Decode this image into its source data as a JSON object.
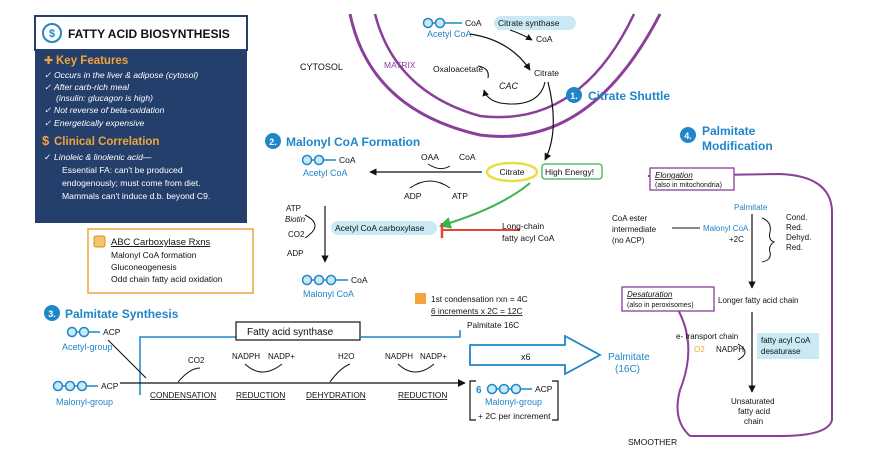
{
  "title_box": {
    "title": "FATTY ACID BIOSYNTHESIS",
    "key_features_header": "Key Features",
    "features": [
      "Occurs in the liver & adipose (cytosol)",
      "After carb-rich meal",
      "(insulin: glucagon is high)",
      "Not reverse of beta-oxidation",
      "Energetically expensive"
    ],
    "clinical_header": "Clinical Correlation",
    "clinical_lines": [
      "Linoleic & linolenic acid—",
      "Essential FA: can't be produced",
      "endogenously; must come from diet.",
      "Mammals can't induce d.b. beyond C9."
    ]
  },
  "abc_box": {
    "title": "ABC Carboxylase Rxns",
    "items": [
      "Malonyl CoA formation",
      "Gluconeogenesis",
      "Odd chain fatty acid oxidation"
    ]
  },
  "compartments": {
    "cytosol": "CYTOSOL",
    "matrix": "MATRIX"
  },
  "sections": {
    "s1": {
      "num": "1.",
      "label": "Citrate Shuttle"
    },
    "s2": {
      "num": "2.",
      "label": "Malonyl CoA Formation"
    },
    "s3": {
      "num": "3.",
      "label": "Palmitate Synthesis"
    },
    "s4": {
      "num": "4.",
      "label_line1": "Palmitate",
      "label_line2": "Modification"
    }
  },
  "shuttle": {
    "coa": "CoA",
    "acetyl_coa": "Acetyl CoA",
    "citrate_synthase": "Citrate synthase",
    "coa_out": "CoA",
    "oxaloacetate": "Oxaloacetate",
    "citrate": "Citrate",
    "cac": "CAC"
  },
  "malonyl": {
    "oaa": "OAA",
    "coa_top": "CoA",
    "coa_left": "CoA",
    "acetyl_coa": "Acetyl CoA",
    "adp_top": "ADP",
    "atp_top": "ATP",
    "citrate": "Citrate",
    "high_energy": "High Energy!",
    "cofactors": [
      "ATP",
      "Biotin",
      "CO2",
      "ADP"
    ],
    "enzyme": "Acetyl CoA carboxylase",
    "inhibitor_line1": "Long-chain",
    "inhibitor_line2": "fatty acyl CoA",
    "product_coa": "CoA",
    "product": "Malonyl CoA"
  },
  "condensation_note": {
    "line1": "1st condensation rxn = 4C",
    "line2": "6 increments x 2C = 12C",
    "line3": "Palmitate 16C"
  },
  "synthesis": {
    "acp1": "ACP",
    "acetyl_group": "Acetyl-group",
    "acp2": "ACP",
    "malonyl_group": "Malonyl-group",
    "enzyme": "Fatty acid synthase",
    "co2": "CO2",
    "nadph1": "NADPH",
    "nadp1": "NADP+",
    "h2o": "H2O",
    "nadph2": "NADPH",
    "nadp2": "NADP+",
    "steps": [
      "CONDENSATION",
      "REDUCTION",
      "DEHYDRATION",
      "REDUCTION"
    ],
    "repeat": "x6",
    "six": "6",
    "acp3": "ACP",
    "malonyl_group2": "Malonyl-group",
    "increment": "+ 2C per increment",
    "palmitate": "Palmitate",
    "palmitate_c": "(16C)"
  },
  "modification": {
    "elongation_title": "Elongation",
    "elongation_sub": "(also in mitochondria)",
    "palmitate": "Palmitate",
    "coa_ester_line1": "CoA ester",
    "coa_ester_line2": "intermediate",
    "coa_ester_line3": "(no ACP)",
    "malonyl_coa": "Malonyl CoA",
    "plus2c": "+2C",
    "cycle": [
      "Cond.",
      "Red.",
      "Dehyd.",
      "Red."
    ],
    "desat_title": "Desaturation",
    "desat_sub": "(also in peroxisomes)",
    "longer": "Longer fatty acid chain",
    "etransport_line1": "e- transport chain",
    "o2": "O2",
    "nadph": "NADPH",
    "desaturase_line1": "fatty acyl CoA",
    "desaturase_line2": "desaturase",
    "unsat_line1": "Unsaturated",
    "unsat_line2": "fatty acid",
    "unsat_line3": "chain",
    "smoother": "SMOOTHER"
  },
  "colors": {
    "navy_panel": "#243f6b",
    "accent_blue": "#1f86c8",
    "purple": "#8a3f9a",
    "green": "#3ab54a",
    "red": "#e2453a",
    "yellow": "#e8df3a",
    "orange": "#f0a43a",
    "highlight": "#c9e9f5"
  }
}
